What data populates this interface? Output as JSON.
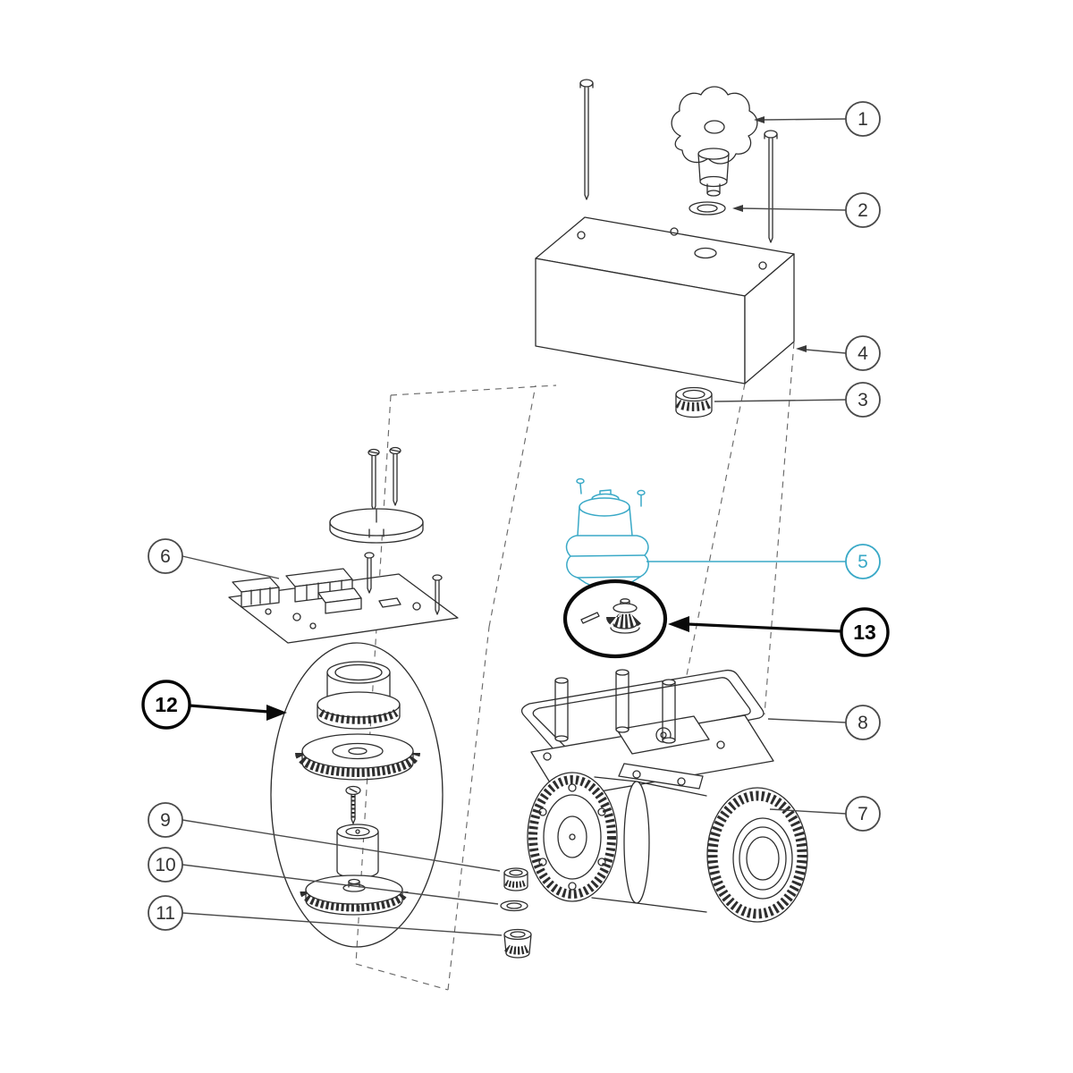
{
  "diagram": {
    "background_color": "#ffffff",
    "line_color": "#2e2e2e",
    "accent_color": "#3aa9c7",
    "emphasis_color": "#0a0a0a",
    "callouts": [
      {
        "label": "1",
        "emphasis": "normal"
      },
      {
        "label": "2",
        "emphasis": "normal"
      },
      {
        "label": "3",
        "emphasis": "normal"
      },
      {
        "label": "4",
        "emphasis": "normal"
      },
      {
        "label": "5",
        "emphasis": "accent"
      },
      {
        "label": "6",
        "emphasis": "normal"
      },
      {
        "label": "7",
        "emphasis": "normal"
      },
      {
        "label": "8",
        "emphasis": "normal"
      },
      {
        "label": "9",
        "emphasis": "normal"
      },
      {
        "label": "10",
        "emphasis": "normal"
      },
      {
        "label": "11",
        "emphasis": "normal"
      },
      {
        "label": "12",
        "emphasis": "bold"
      },
      {
        "label": "13",
        "emphasis": "bold"
      }
    ]
  }
}
